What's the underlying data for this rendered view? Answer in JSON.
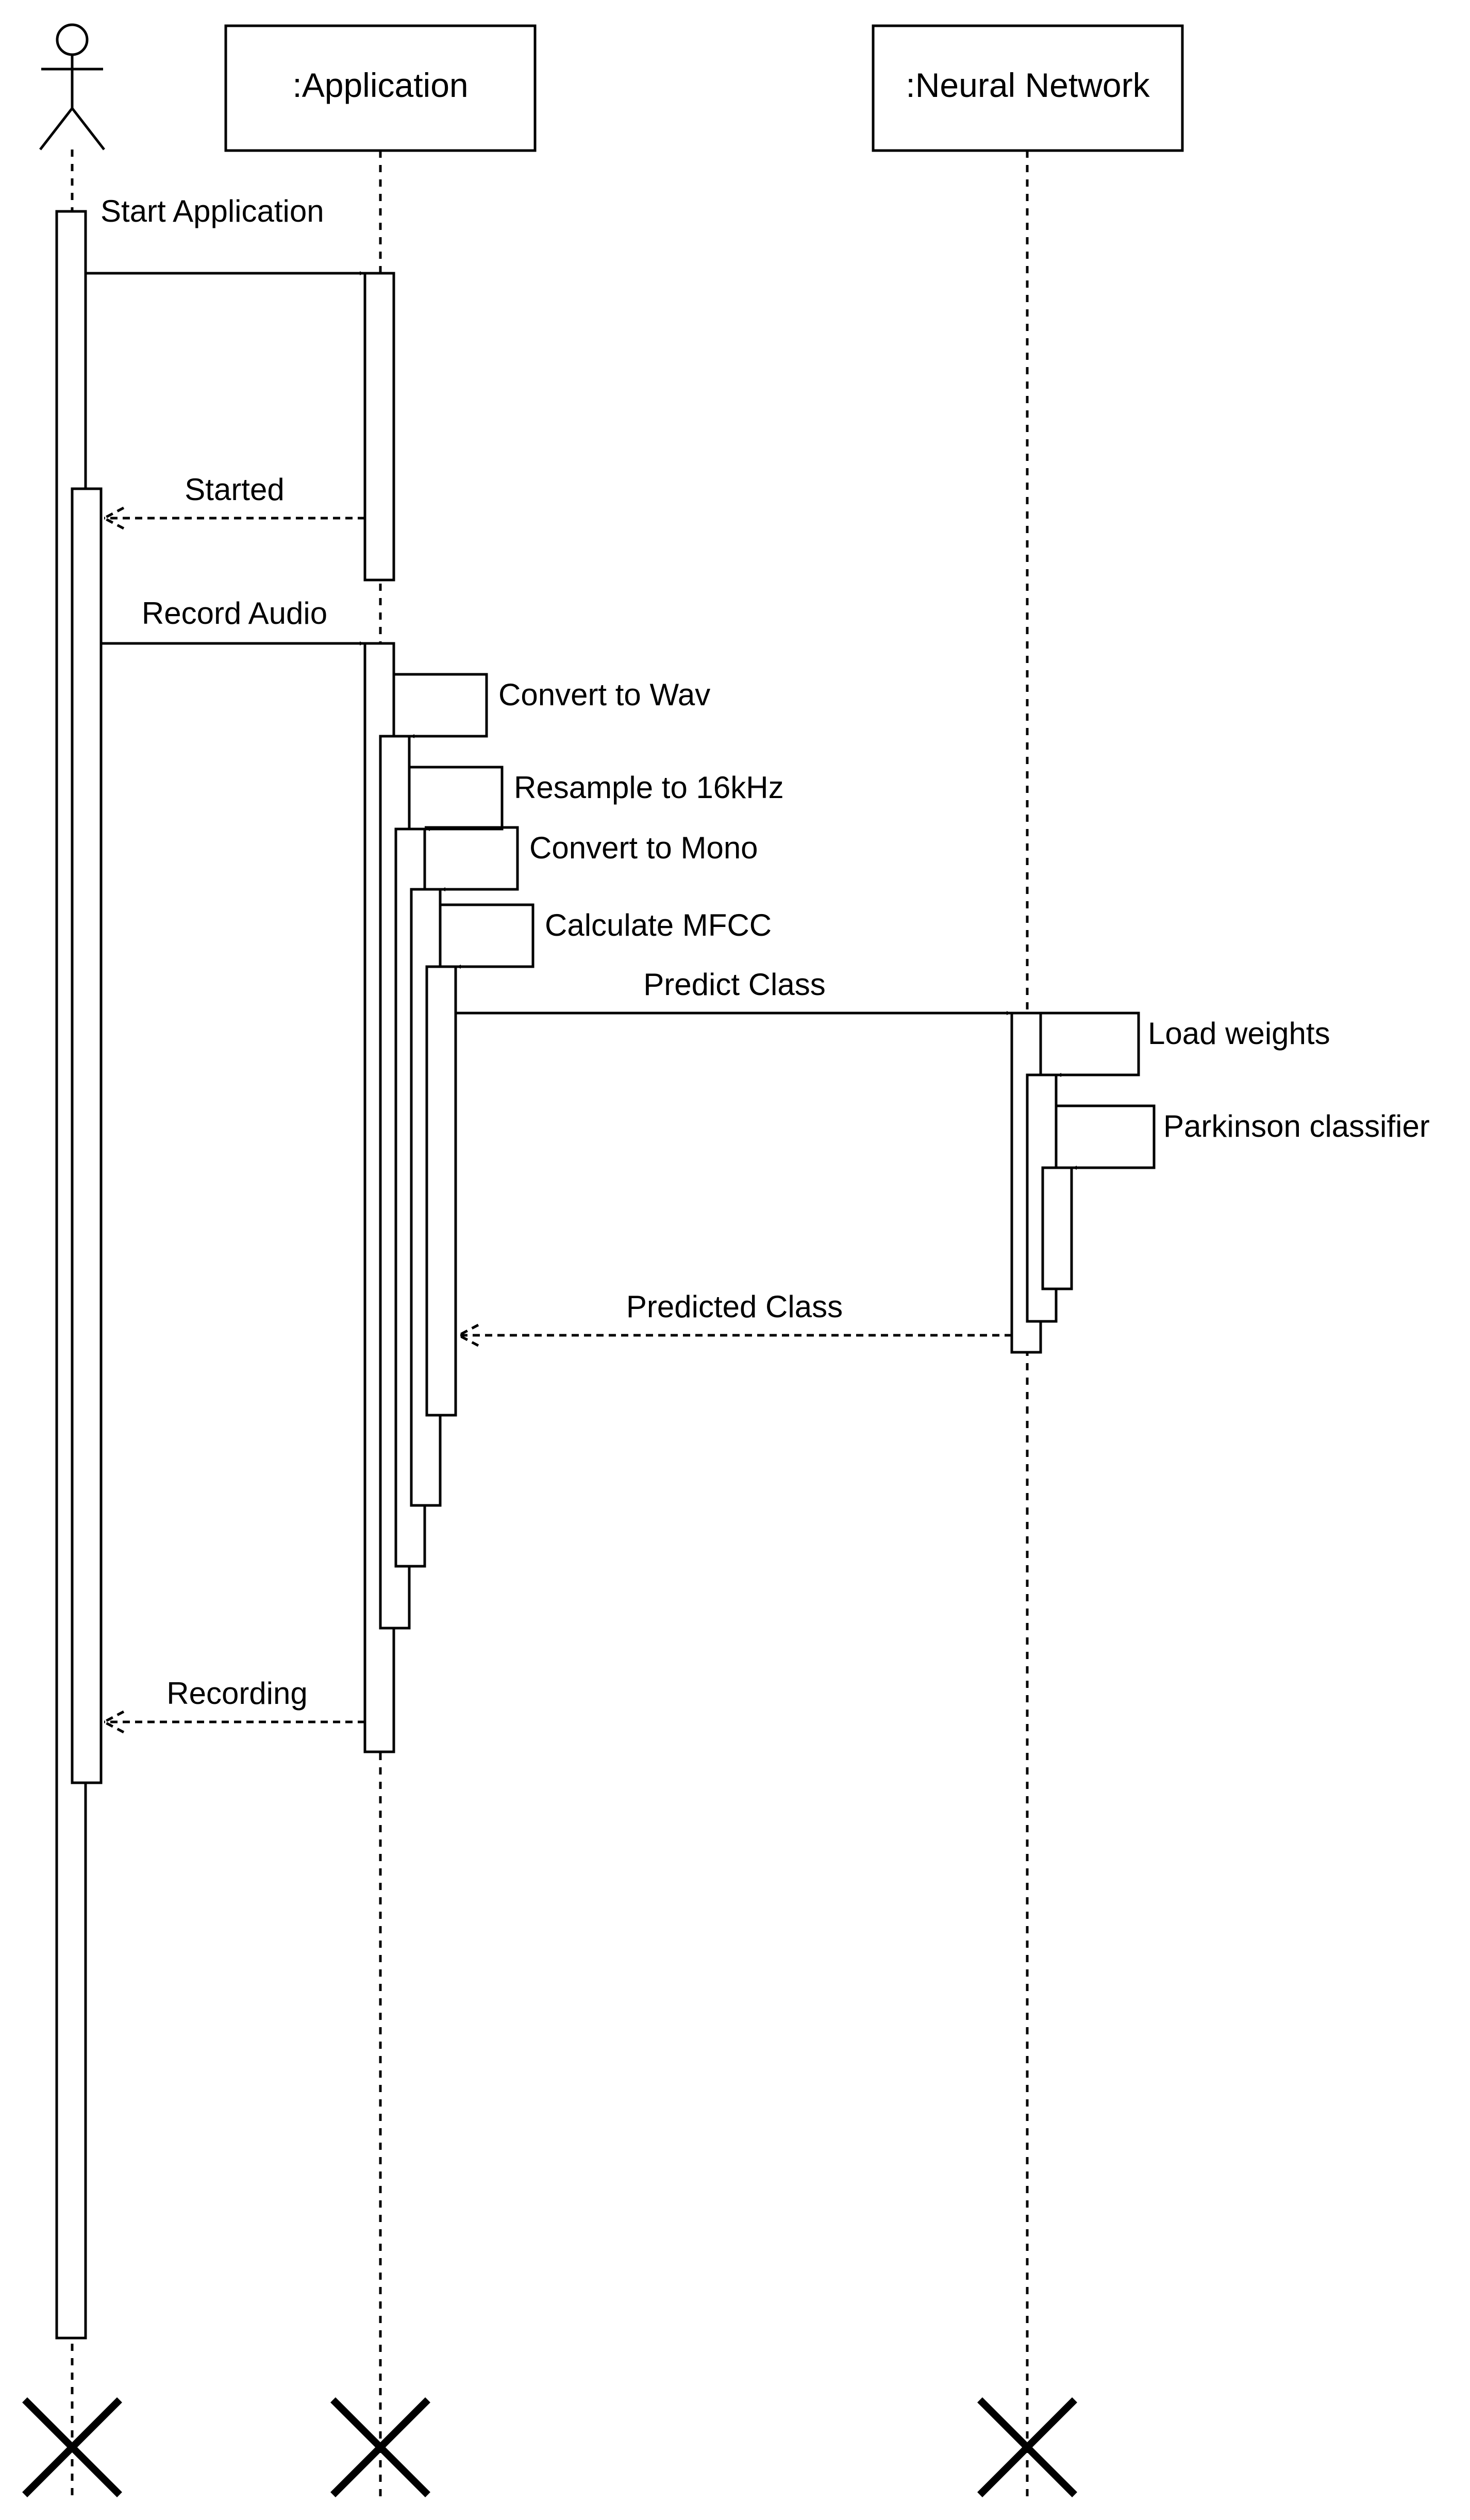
{
  "diagram": {
    "type": "sequence",
    "participants": [
      {
        "id": "user",
        "kind": "actor",
        "label": ""
      },
      {
        "id": "app",
        "kind": "object",
        "label": ":Application"
      },
      {
        "id": "nn",
        "kind": "object",
        "label": ":Neural Network"
      }
    ],
    "messages": [
      {
        "id": "start-application",
        "label": "Start Application",
        "from": "user",
        "to": "app",
        "kind": "sync"
      },
      {
        "id": "started",
        "label": "Started",
        "from": "app",
        "to": "user",
        "kind": "return"
      },
      {
        "id": "record-audio",
        "label": "Record Audio",
        "from": "user",
        "to": "app",
        "kind": "sync"
      },
      {
        "id": "convert-to-wav",
        "label": "Convert to Wav",
        "from": "app",
        "to": "app",
        "kind": "self"
      },
      {
        "id": "resample-to-16khz",
        "label": "Resample to 16kHz",
        "from": "app",
        "to": "app",
        "kind": "self"
      },
      {
        "id": "convert-to-mono",
        "label": "Convert to Mono",
        "from": "app",
        "to": "app",
        "kind": "self"
      },
      {
        "id": "calculate-mfcc",
        "label": "Calculate MFCC",
        "from": "app",
        "to": "app",
        "kind": "self"
      },
      {
        "id": "predict-class",
        "label": "Predict Class",
        "from": "app",
        "to": "nn",
        "kind": "sync"
      },
      {
        "id": "load-weights",
        "label": "Load weights",
        "from": "nn",
        "to": "nn",
        "kind": "self"
      },
      {
        "id": "parkinson-classifier",
        "label": "Parkinson classifier",
        "from": "nn",
        "to": "nn",
        "kind": "self"
      },
      {
        "id": "predicted-class",
        "label": "Predicted Class",
        "from": "nn",
        "to": "app",
        "kind": "return"
      },
      {
        "id": "recording",
        "label": "Recording",
        "from": "app",
        "to": "user",
        "kind": "return"
      }
    ],
    "terminations": [
      "user",
      "app",
      "nn"
    ],
    "colors": {
      "stroke": "#000000",
      "background": "#ffffff"
    }
  }
}
